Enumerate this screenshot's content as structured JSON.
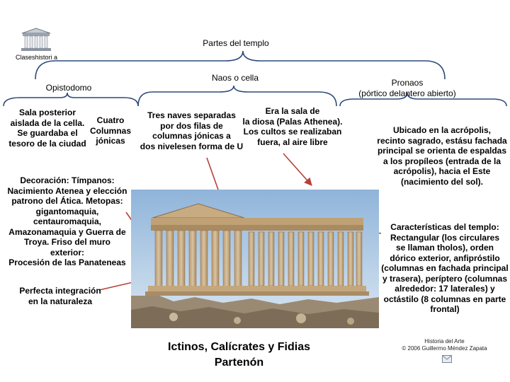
{
  "logo": {
    "caption": "Claseshistori a"
  },
  "title": "Partes del templo",
  "labels": {
    "naos": "Naos o cella",
    "opistodomo": "Opistodomo",
    "pronaos_1": "Pronaos",
    "pronaos_2": "(pórtico delantero abierto)"
  },
  "blocks": {
    "sala_posterior": [
      "Sala posterior",
      "aislada de la cella.",
      "Se guardaba el",
      "tesoro de la ciudad"
    ],
    "cuatro_columnas": [
      "Cuatro",
      "Columnas",
      "jónicas"
    ],
    "tres_naves": [
      "Tres naves separadas",
      "por dos filas de",
      "columnas jónicas a",
      "dos nivelesen forma de U"
    ],
    "sala_diosa": [
      "Era la sala de",
      "la diosa (Palas Athenea).",
      "Los cultos se realizaban",
      "fuera, al aire libre"
    ],
    "ubicado": [
      "Ubicado en la acrópolis,",
      "recinto sagrado, estásu fachada",
      "principal se orienta de espaldas",
      "a los propíleos (entrada de la",
      "acrópolis), hacia el Este",
      "(nacimiento del sol)."
    ],
    "decoracion": [
      "Decoración: Tímpanos:",
      "Nacimiento Atenea y elección",
      "patrono del Ática. Metopas:",
      "gigantomaquia,",
      "centauromaquia,",
      "Amazonamaquia y Guerra de",
      "Troya. Friso del muro",
      "exterior:",
      "Procesión de las Panateneas"
    ],
    "integracion": [
      "Perfecta integración",
      "en la naturaleza"
    ],
    "caracteristicas": [
      "Características del templo:",
      "Rectangular (los circulares",
      "se llaman tholos), orden",
      "dórico exterior, anfipróstilo",
      "(columnas en fachada principal",
      "y trasera), períptero (columnas",
      "alrededor: 17 laterales) y",
      "octástilo (8 columnas en parte",
      "frontal)"
    ]
  },
  "caption": {
    "line1": "Ictinos, Calícrates y Fidias",
    "line2": "Partenón"
  },
  "credit": {
    "line1": "Historia del Arte",
    "line2": "© 2006 Guillermo Méndez Zapata"
  },
  "icons": {
    "logo": "greek-temple-icon",
    "mail": "envelope-icon"
  },
  "colors": {
    "arrow": "#b8403a",
    "brace": "#2d4a7a",
    "text": "#000000"
  }
}
